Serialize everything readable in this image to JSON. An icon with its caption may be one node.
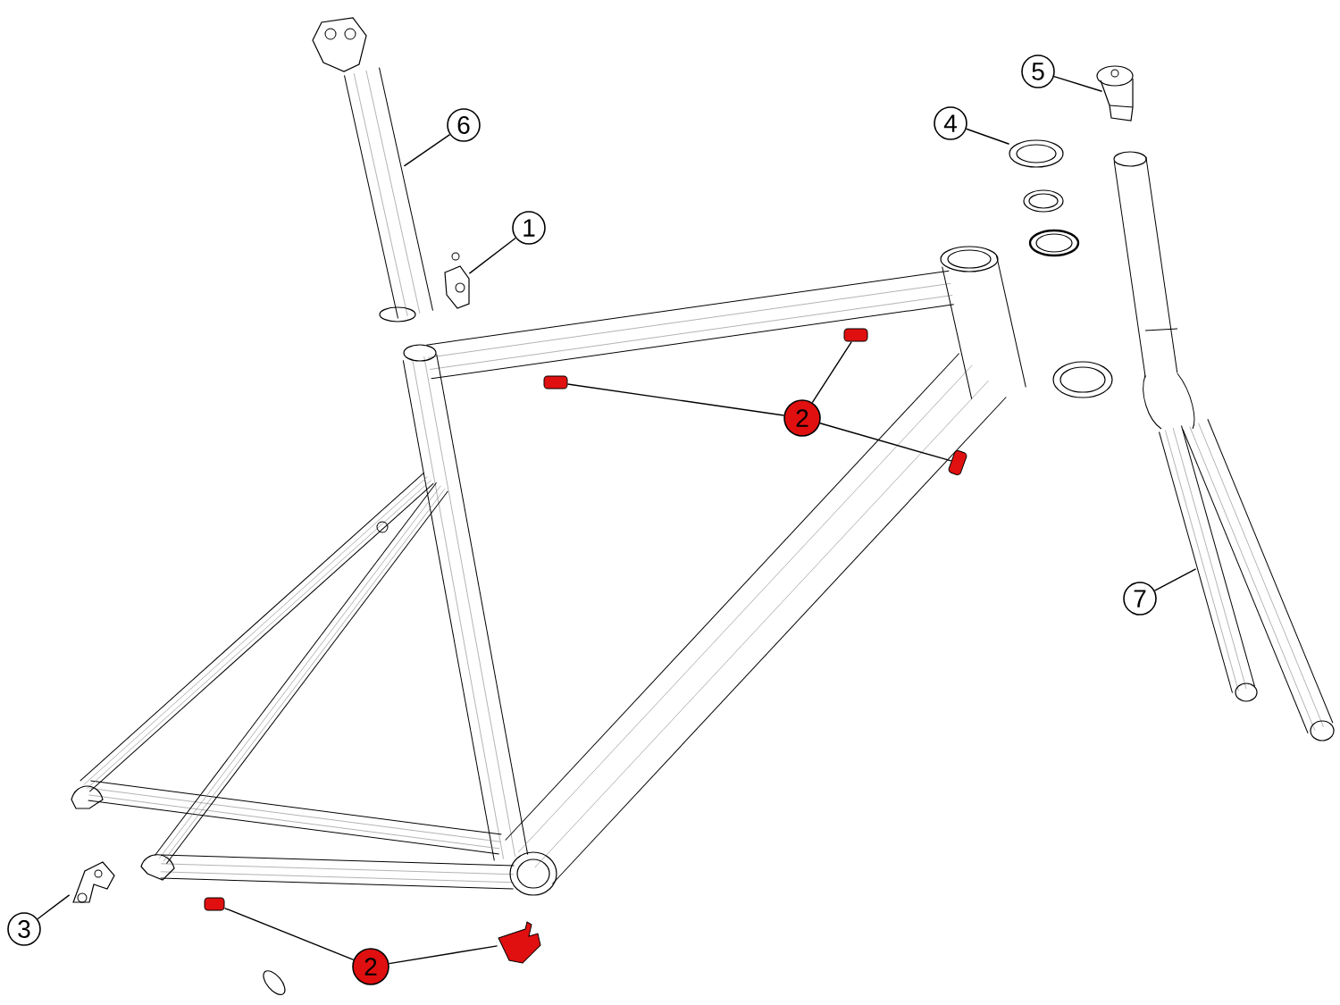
{
  "diagram": {
    "nodes": [
      {
        "text": [
          "6"
        ]
      },
      {
        "text": [
          "1"
        ]
      },
      {
        "text": [
          "5"
        ]
      },
      {
        "text": [
          "4"
        ]
      },
      {
        "text": [
          "2"
        ]
      },
      {
        "text": [
          "7"
        ]
      },
      {
        "text": [
          "3"
        ]
      },
      {
        "text": [
          "2"
        ]
      },
      {
        "text": [],
        "shape": "picture"
      },
      {
        "text": [],
        "shape": "picture"
      },
      {
        "text": [],
        "shape": "picture"
      },
      {
        "text": [],
        "shape": "picture"
      },
      {
        "text": [],
        "shape": "box"
      },
      {
        "text": [],
        "shape": "box"
      },
      {
        "text": [],
        "shape": "box"
      },
      {
        "text": [],
        "shape": "picture"
      },
      {
        "text": [],
        "shape": "picture"
      },
      {
        "text": [],
        "shape": "box"
      },
      {
        "text": [],
        "shape": "picture"
      }
    ],
    "edges": [
      {
        "from": 0,
        "to": 8,
        "arrow": "none"
      },
      {
        "from": 1,
        "to": 9,
        "arrow": "none"
      },
      {
        "from": 2,
        "to": 10,
        "arrow": "none"
      },
      {
        "from": 3,
        "to": 11,
        "arrow": "none"
      },
      {
        "from": 4,
        "to": 12,
        "arrow": "none"
      },
      {
        "from": 4,
        "to": 13,
        "arrow": "none"
      },
      {
        "from": 4,
        "to": 14,
        "arrow": "none"
      },
      {
        "from": 5,
        "to": 15,
        "arrow": "none"
      },
      {
        "from": 6,
        "to": 16,
        "arrow": "none"
      },
      {
        "from": 7,
        "to": 17,
        "arrow": "none"
      },
      {
        "from": 7,
        "to": 18,
        "arrow": "none"
      }
    ]
  }
}
